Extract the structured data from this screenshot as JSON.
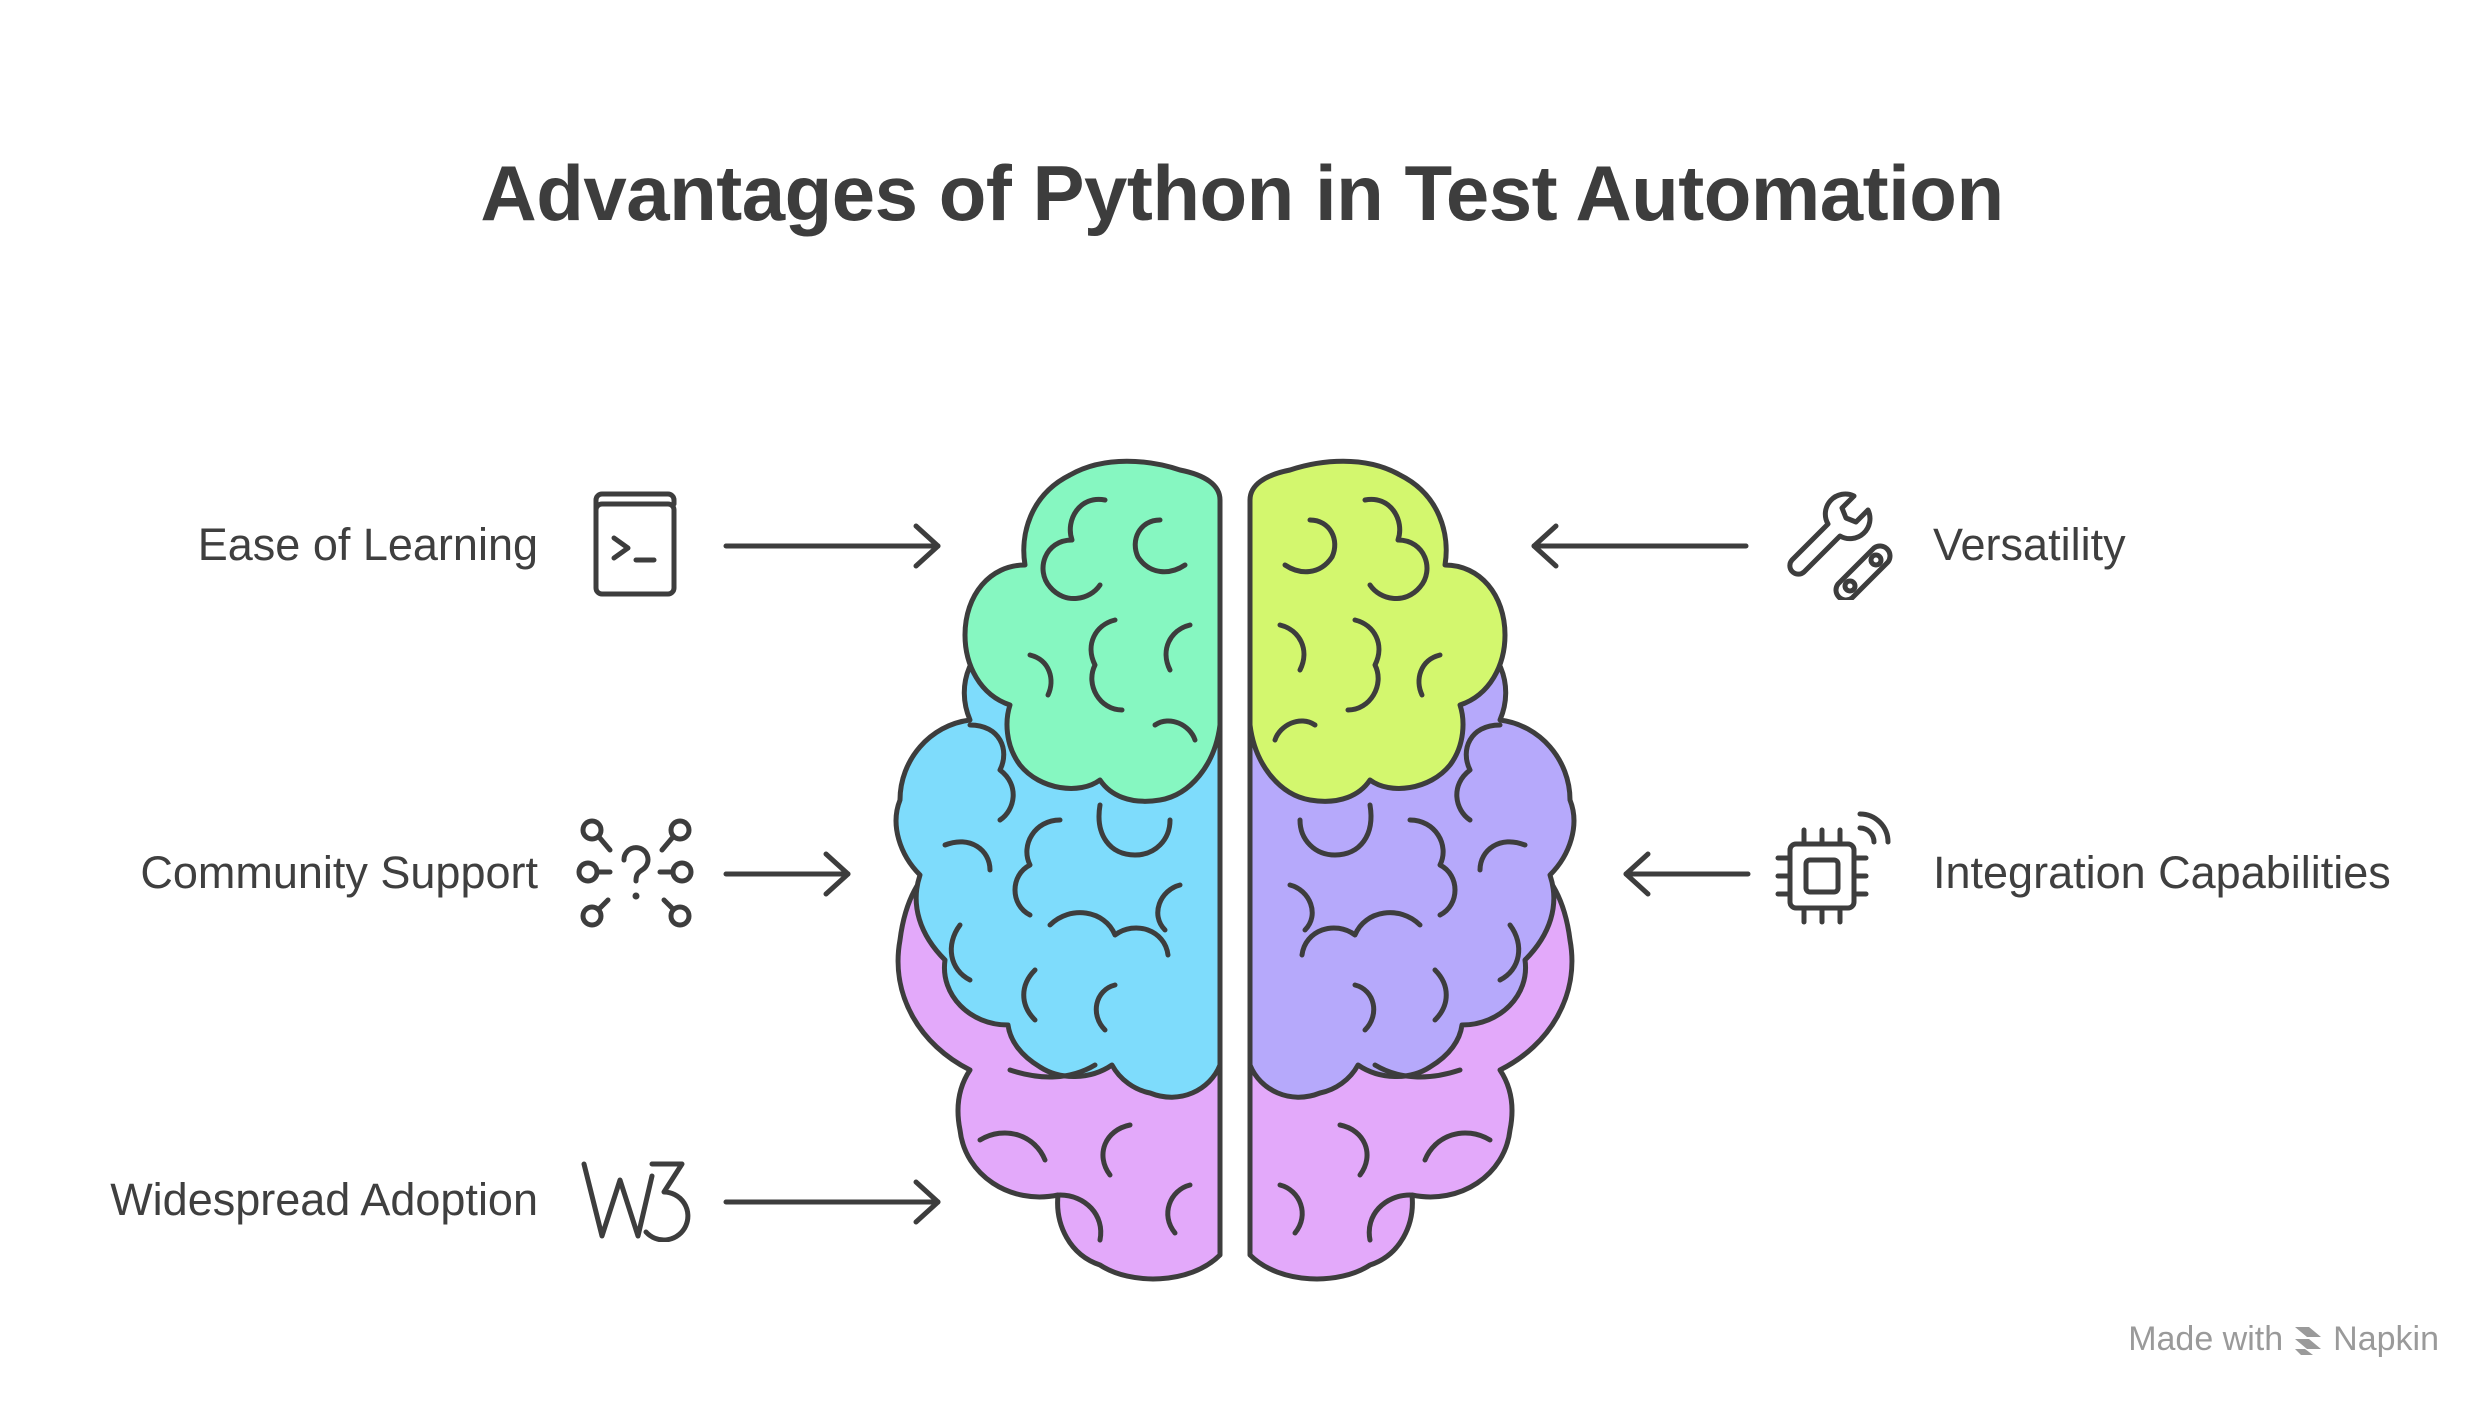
{
  "title": "Advantages of Python in Test Automation",
  "items_left": [
    {
      "label": "Ease of Learning",
      "icon": "terminal-book-icon"
    },
    {
      "label": "Community Support",
      "icon": "network-question-icon"
    },
    {
      "label": "Widespread Adoption",
      "icon": "w3-logo-icon"
    }
  ],
  "items_right": [
    {
      "label": "Versatility",
      "icon": "wrench-tools-icon"
    },
    {
      "label": "Integration Capabilities",
      "icon": "wireless-chip-icon"
    }
  ],
  "watermark": {
    "prefix": "Made with",
    "brand": "Napkin"
  },
  "colors": {
    "green": "#86F7C1",
    "lime": "#D3F76E",
    "blue": "#7EDCFC",
    "violet": "#B6A9FB",
    "pink": "#E3A9FA",
    "stroke": "#3d3d3d"
  }
}
